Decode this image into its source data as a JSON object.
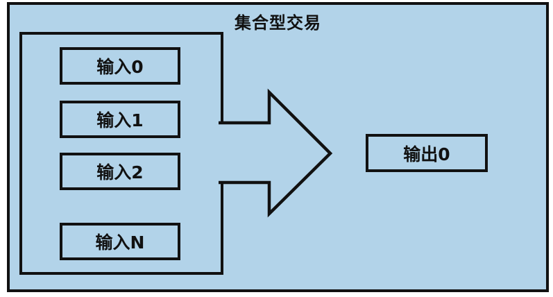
{
  "diagram": {
    "title": "集合型交易",
    "inputs": [
      {
        "label": "输入0"
      },
      {
        "label": "输入1"
      },
      {
        "label": "输入2"
      },
      {
        "label": "输入N"
      }
    ],
    "output": {
      "label": "输出0"
    },
    "arrow": {
      "direction": "right",
      "meaning": "inputs-merge-to-output"
    },
    "colors": {
      "fill": "#b2d3e9",
      "border": "#111111",
      "text": "#111111",
      "page_background": "#ffffff"
    }
  }
}
